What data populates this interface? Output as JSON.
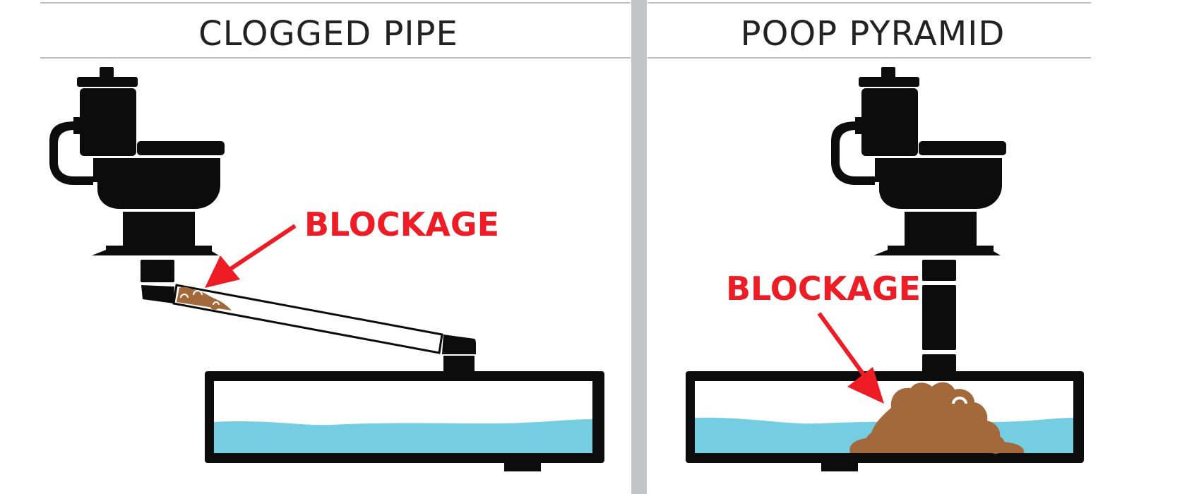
{
  "panels": [
    {
      "title": "CLOGGED PIPE",
      "callout": "BLOCKAGE"
    },
    {
      "title": "POOP PYRAMID",
      "callout": "BLOCKAGE"
    }
  ],
  "colors": {
    "fixture": "#0c0c0c",
    "water": "#74cde1",
    "waste": "#a4693b",
    "callout": "#ee1c25",
    "rule": "#bfbfbf",
    "divider": "#c4c5c7",
    "title": "#222222"
  },
  "icons": [
    "toilet-icon",
    "holding-tank-icon",
    "waste-icon",
    "arrow-icon"
  ]
}
